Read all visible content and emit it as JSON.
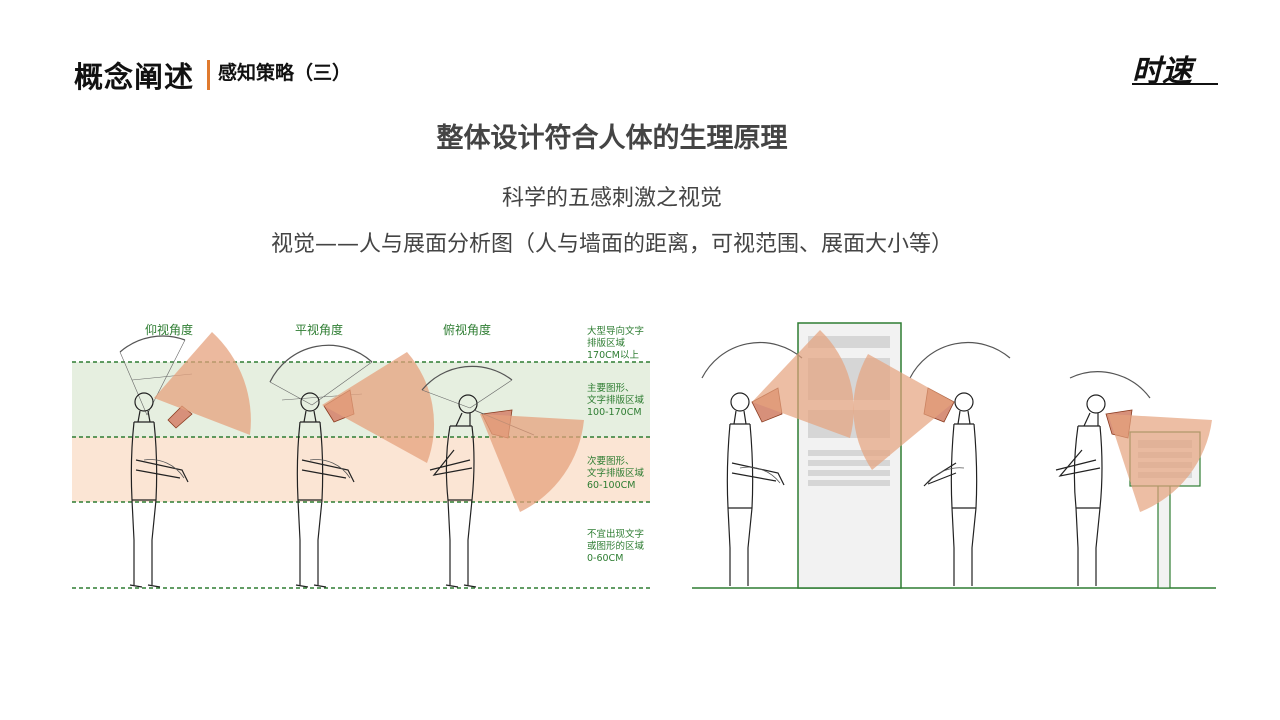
{
  "header": {
    "title": "概念阐述",
    "subtitle": "感知策略（三）",
    "accent_color": "#e07a2e"
  },
  "logo": {
    "text": "时速"
  },
  "main": {
    "title": "整体设计符合人体的生理原理",
    "line1": "科学的五感刺激之视觉",
    "line2": "视觉——人与展面分析图（人与墙面的距离，可视范围、展面大小等）"
  },
  "left_diagram": {
    "angles": [
      "仰视角度",
      "平视角度",
      "俯视角度"
    ],
    "zones": [
      {
        "text": "大型导向文字\n排版区域\n170CM以上"
      },
      {
        "text": "主要图形、\n文字排版区域\n100-170CM"
      },
      {
        "text": "次要图形、\n文字排版区域\n60-100CM"
      },
      {
        "text": "不宜出现文字\n或图形的区域\n0-60CM"
      }
    ]
  },
  "colors": {
    "zone_green": "#e6efe0",
    "zone_peach": "#fbe5d4",
    "fan": "#e5a27e",
    "guide": "#2e7d32",
    "line": "#222222"
  }
}
